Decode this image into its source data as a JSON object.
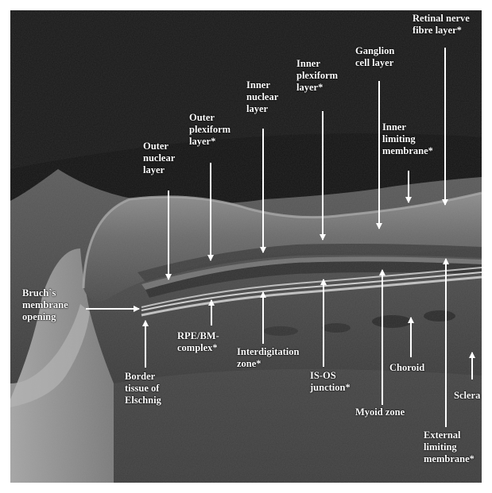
{
  "labels": {
    "rnfl": [
      "Retinal nerve",
      "fibre layer*"
    ],
    "gcl": [
      "Ganglion",
      "cell layer"
    ],
    "ipl": [
      "Inner",
      "plexiform",
      "layer*"
    ],
    "inl": [
      "Inner",
      "nuclear",
      "layer"
    ],
    "opl": [
      "Outer",
      "plexiform",
      "layer*"
    ],
    "onl": [
      "Outer",
      "nuclear",
      "layer"
    ],
    "ilm": [
      "Inner",
      "limiting",
      "membrane*"
    ],
    "bmo": [
      "Bruch`s",
      "membrane",
      "opening"
    ],
    "border": [
      "Border",
      "tissue of",
      "Elschnig"
    ],
    "rpe": [
      "RPE/BM-",
      "complex*"
    ],
    "iz": [
      "Interdigitation",
      "zone*"
    ],
    "isos": [
      "IS-OS",
      "junction*"
    ],
    "myoid": [
      "Myoid zone"
    ],
    "choroid": [
      "Choroid"
    ],
    "sclera": [
      "Sclera"
    ],
    "elm": [
      "External",
      "limiting",
      "membrane*"
    ]
  },
  "colors": {
    "background": "#121212",
    "label": "#ffffff",
    "arrow": "#ffffff"
  }
}
